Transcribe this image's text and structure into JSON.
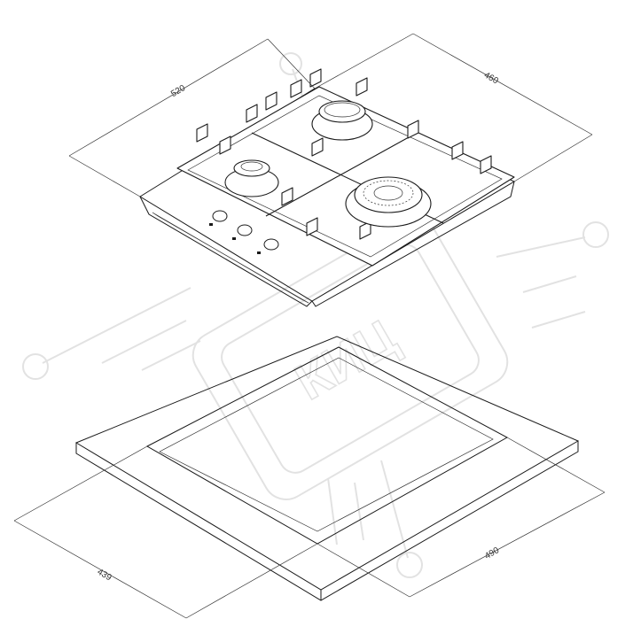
{
  "dimensions": {
    "hob_width": "520",
    "hob_depth": "460",
    "cutout_width": "490",
    "cutout_depth": "439"
  },
  "watermark": {
    "text": "КИЦ"
  },
  "colors": {
    "line": "#1a1a1a",
    "watermark": "#e2e2e2",
    "background": "#ffffff"
  }
}
